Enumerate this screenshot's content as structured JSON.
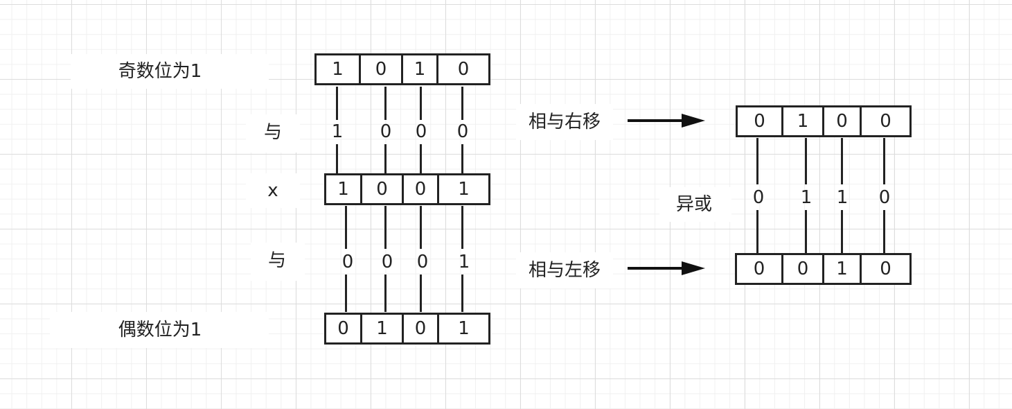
{
  "labels": {
    "odd": "奇数位为1",
    "even": "偶数位为1",
    "and_top": "与",
    "x": "x",
    "and_bottom": "与",
    "and_right_shift": "相与右移",
    "and_left_shift": "相与左移",
    "xor": "异或"
  },
  "rows": {
    "odd": [
      "1",
      "0",
      "1",
      "0"
    ],
    "x": [
      "1",
      "0",
      "0",
      "1"
    ],
    "even": [
      "0",
      "1",
      "0",
      "1"
    ],
    "right_shifted": [
      "0",
      "1",
      "0",
      "0"
    ],
    "left_shifted": [
      "0",
      "0",
      "1",
      "0"
    ]
  },
  "results": {
    "and_top": [
      "1",
      "0",
      "0",
      "0"
    ],
    "and_bottom": [
      "0",
      "0",
      "0",
      "1"
    ],
    "xor": [
      "0",
      "1",
      "1",
      "0"
    ]
  },
  "colors": {
    "stroke": "#222222",
    "grid": "#dcdcdc"
  }
}
